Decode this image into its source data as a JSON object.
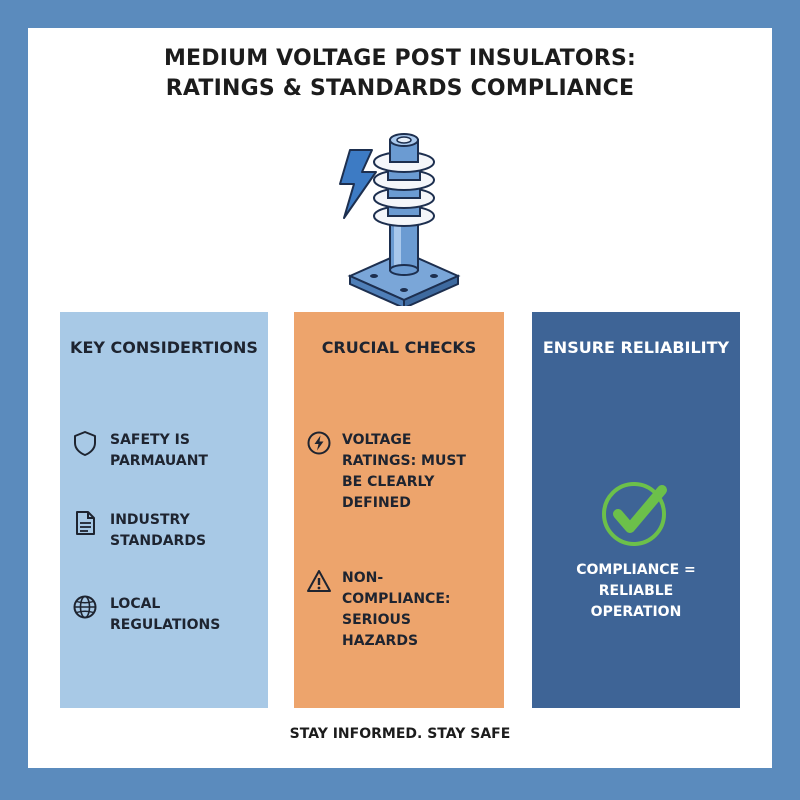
{
  "title": {
    "line1": "MEDIUM VOLTAGE POST INSULATORS:",
    "line2": "RATINGS & STANDARDS COMPLIANCE"
  },
  "hero": {
    "icon": "post-insulator-icon",
    "accent": "bolt-icon"
  },
  "panels": {
    "considerations": {
      "heading": "KEY CONSIDERTIONS",
      "color": "#a8c9e6",
      "items": [
        {
          "icon": "shield-icon",
          "text": "SAFETY IS PARMAUANT"
        },
        {
          "icon": "document-icon",
          "text": "INDUSTRY STANDARDS"
        },
        {
          "icon": "globe-icon",
          "text": "LOCAL REGULATIONS"
        }
      ]
    },
    "checks": {
      "heading": "CRUCIAL CHECKS",
      "color": "#eda46c",
      "items": [
        {
          "icon": "lightning-circle-icon",
          "text": "VOLTAGE RATINGS: MUST BE CLEARLY DEFINED"
        },
        {
          "icon": "warning-triangle-icon",
          "text": "NON-COMPLIANCE: SERIOUS HAZARDS"
        }
      ]
    },
    "reliability": {
      "heading": "ENSURE RELIABILITY",
      "color": "#3e6496",
      "icon": "checkmark-circle-icon",
      "check_color": "#6cc04a",
      "line1": "COMPLIANCE =",
      "line2": "RELIABLE",
      "line3": "OPERATION"
    }
  },
  "footer": "STAY INFORMED. STAY SAFE",
  "colors": {
    "frame": "#5b8bbd",
    "card": "#ffffff"
  }
}
